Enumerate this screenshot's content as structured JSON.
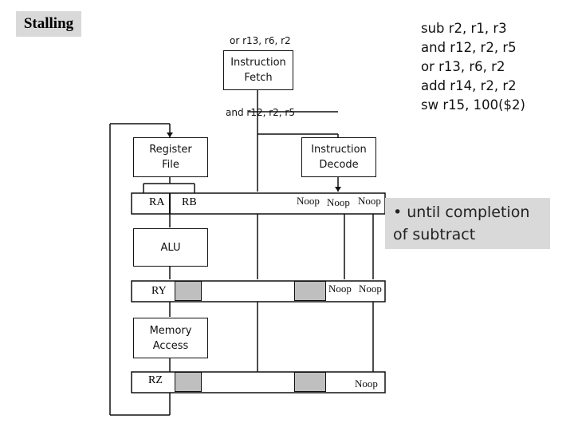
{
  "title": "Stalling",
  "instructions": [
    "sub r2, r1, r3",
    "and r12, r2, r5",
    "or r13, r6, r2",
    "add r14, r2, r2",
    "sw r15, 100($2)"
  ],
  "pipeline": {
    "fetch_instr": "or r13, r6, r2",
    "fetch_label": "Instruction\nFetch",
    "decode_instr": "and r12, r2, r5",
    "decode_label": "Instruction\nDecode",
    "regfile_label": "Register\nFile",
    "ra_label": "RA",
    "rb_label": "RB",
    "alu_label": "ALU",
    "ry_label": "RY",
    "mem_label": "Memory\nAccess",
    "rz_label": "RZ",
    "noop": "Noop"
  },
  "note": "• until completion of subtract"
}
